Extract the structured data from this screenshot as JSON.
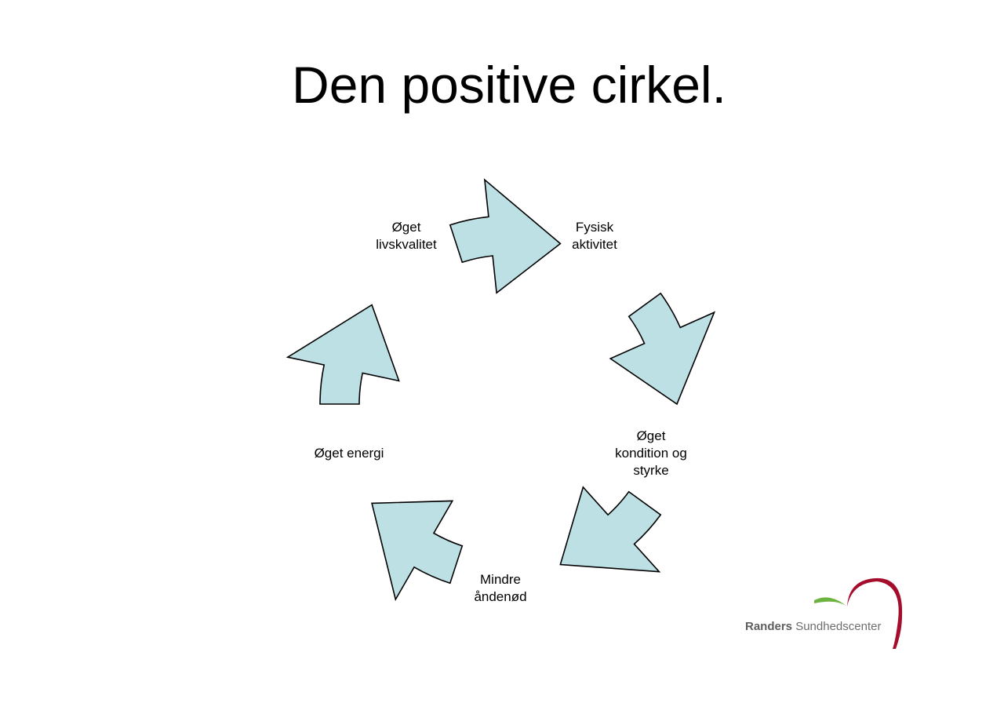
{
  "title": "Den positive cirkel.",
  "cycle": {
    "nodes": [
      {
        "id": "fysisk",
        "label": "Fysisk\naktivitet"
      },
      {
        "id": "kondition",
        "label": "Øget\nkondition og\nstyrke"
      },
      {
        "id": "andenod",
        "label": "Mindre\nåndenød"
      },
      {
        "id": "energi",
        "label": "Øget energi"
      },
      {
        "id": "livskvalitet",
        "label": "Øget\nlivskvalitet"
      }
    ],
    "arrow_fill": "#bde0e5",
    "arrow_stroke": "#000000"
  },
  "logo": {
    "name_bold": "Randers",
    "name_rest": " Sundhedscenter",
    "green": "#6cb33f",
    "red": "#a50d2d"
  }
}
